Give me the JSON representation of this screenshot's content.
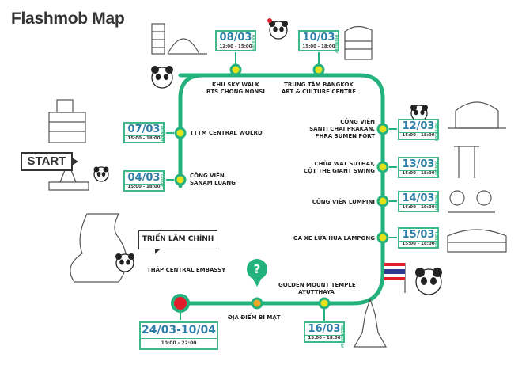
{
  "title": "Flashmob Map",
  "start_label": "START",
  "main_exhibition": "TRIỂN LÃM CHÍNH",
  "secret_icon": "question-mark-icon",
  "colors": {
    "route": "#23b27e",
    "card_border": "#3fb98a",
    "date_text": "#2e7fa8",
    "stop_fill": "#e6e219",
    "secret_fill": "#f3a523",
    "final_fill": "#e21d2b"
  },
  "stops": [
    {
      "label": "CÔNG VIÊN\nSANAM LUANG",
      "date": "04/03",
      "time": "15:00 - 18:00",
      "weekday": "FRIDAY"
    },
    {
      "label": "TTTM CENTRAL WOLRD",
      "date": "07/03",
      "time": "15:00 - 18:00",
      "weekday": "MONDAY"
    },
    {
      "label": "KHU SKY WALK\nBTS CHONG NONSI",
      "date": "08/03",
      "time": "12:00 - 15:00",
      "weekday": "TUESDAY"
    },
    {
      "label": "TRUNG TÂM BANGKOK\nART & CULTURE CENTRE",
      "date": "10/03",
      "time": "15:00 - 18:00",
      "weekday": "THURSDAY"
    },
    {
      "label": "CÔNG VIÊN\nSANTI CHAI PRAKAN,\nPHRA SUMEN FORT",
      "date": "12/03",
      "time": "15:00 - 18:00",
      "weekday": "SATURDAY"
    },
    {
      "label": "CHÙA WAT SUTHAT,\nCỘT THE GIANT SWING",
      "date": "13/03",
      "time": "15:00 - 18:00",
      "weekday": "SUNDAY"
    },
    {
      "label": "CÔNG VIÊN LUMPINI",
      "date": "14/03",
      "time": "16:00 - 19:00",
      "weekday": "MONDAY"
    },
    {
      "label": "GA XE LỬA HUA LAMPONG",
      "date": "15/03",
      "time": "15:00 - 18:00",
      "weekday": "TUESDAY"
    },
    {
      "label": "GOLDEN MOUNT TEMPLE\nAYUTTHAYA",
      "date": "16/03",
      "time": "15:00 - 18:00",
      "weekday": "WEDNESDAY"
    },
    {
      "label": "ĐỊA ĐIỂM BÍ MẬT",
      "date": "",
      "time": "",
      "weekday": ""
    },
    {
      "label": "THÁP CENTRAL EMBASSY",
      "date": "24/03-10/04",
      "time": "10:00 - 22:00",
      "weekday": ""
    }
  ]
}
